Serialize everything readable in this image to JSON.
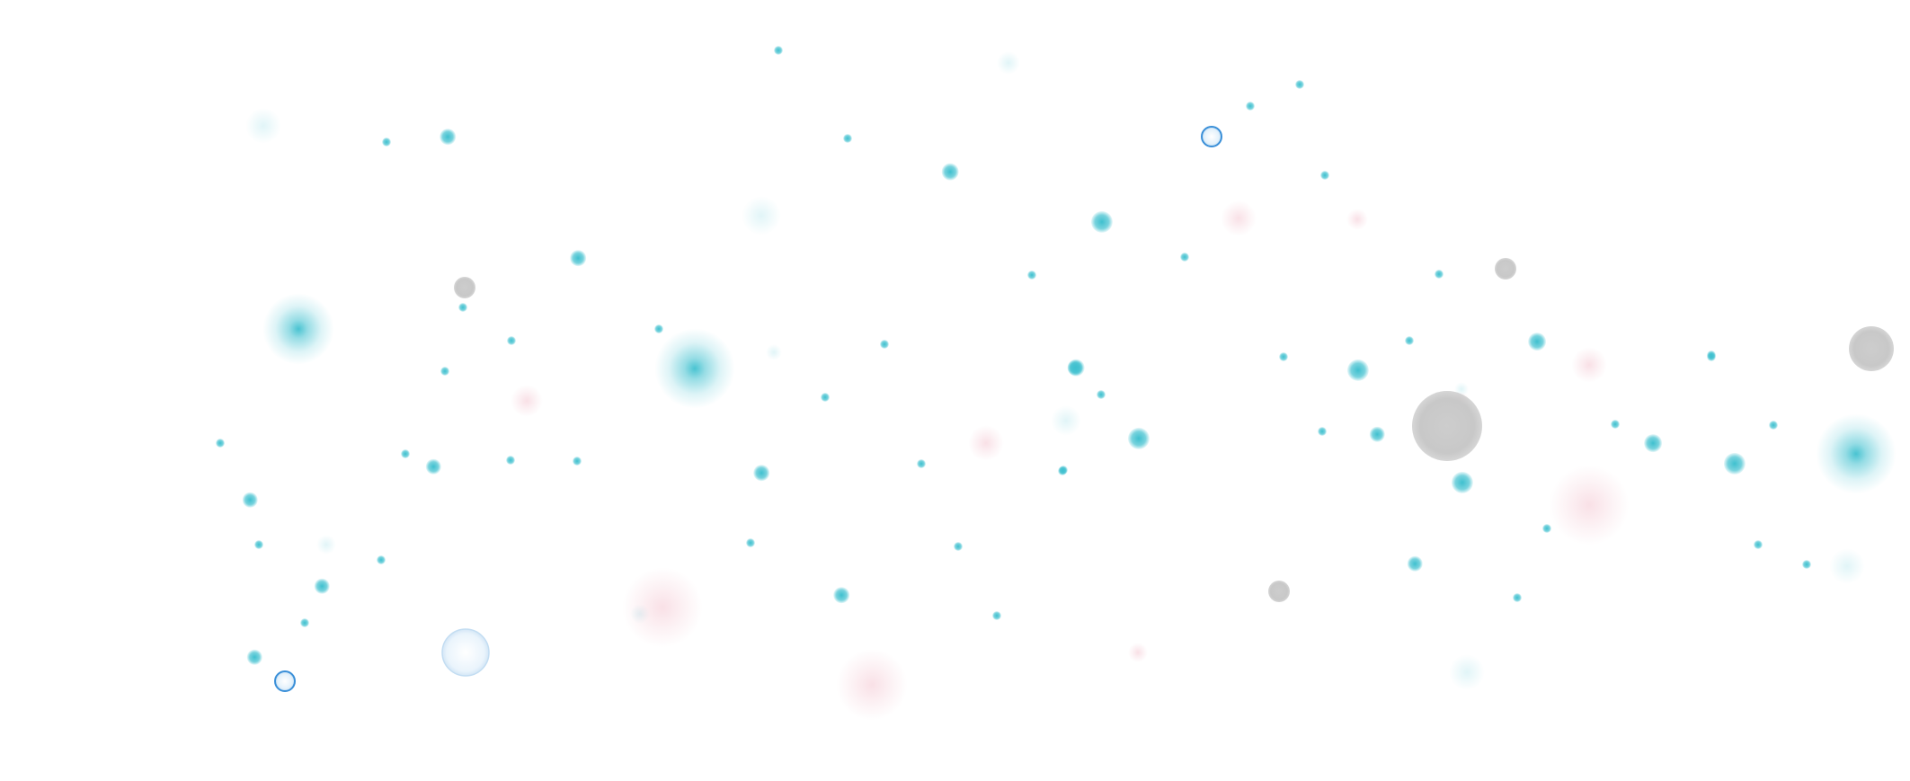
{
  "scene": {
    "background": "#ffffff",
    "palette": {
      "cyan": "#3fc0cf",
      "cyan_soft": "#a9e2ea",
      "pink": "#f4c7d2",
      "gray": "#c4c4c4",
      "bubble_ring": "#3a8fd8",
      "bubble_fill": "#eaf4fc",
      "bubble_large_ring": "#b9d7f0"
    },
    "particle_kinds": [
      "cyan-glow-particle",
      "cyan-dot-particle",
      "pink-haze-particle",
      "gray-orb-particle",
      "blue-ring-bubble"
    ]
  }
}
